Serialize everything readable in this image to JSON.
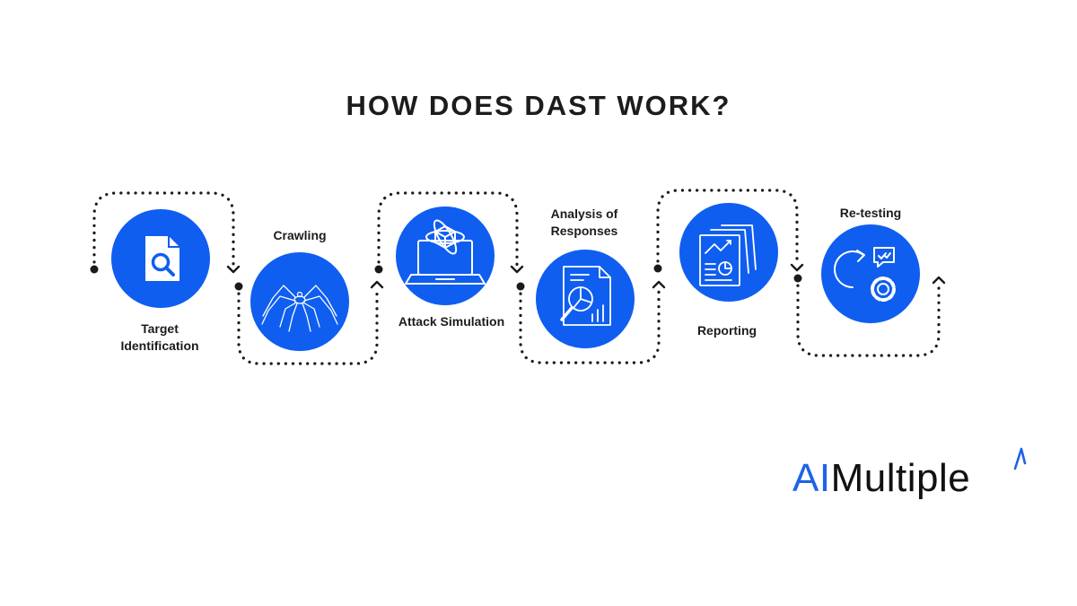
{
  "title": "HOW DOES DAST WORK?",
  "colors": {
    "accent": "#0f5ef0",
    "text": "#1c1c1c",
    "path": "#1a1a1a",
    "brand_blue": "#1e63e8"
  },
  "steps": [
    {
      "label": "Target Identification",
      "icon": "document-search-icon"
    },
    {
      "label": "Crawling",
      "icon": "spider-icon"
    },
    {
      "label": "Attack Simulation",
      "icon": "laptop-cube-icon"
    },
    {
      "label": "Analysis of Responses",
      "icon": "report-magnifier-icon"
    },
    {
      "label": "Reporting",
      "icon": "report-charts-icon"
    },
    {
      "label": "Re-testing",
      "icon": "cycle-gear-icon"
    }
  ],
  "logo": {
    "prefix": "AI",
    "suffix": "Multiple"
  }
}
